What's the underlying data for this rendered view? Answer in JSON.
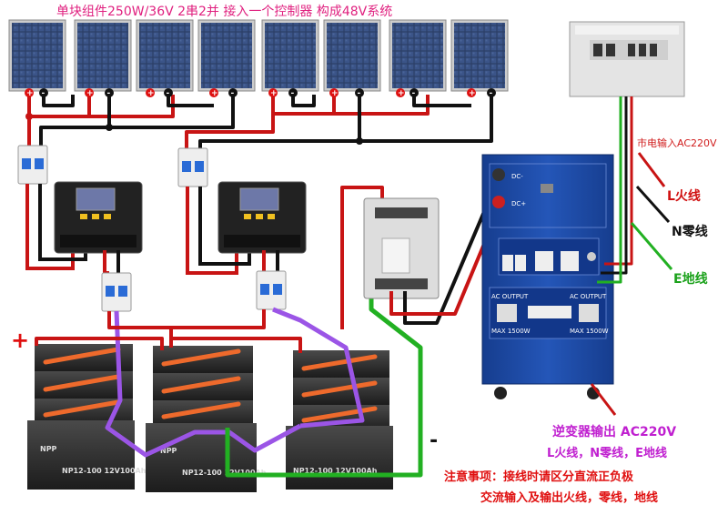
{
  "title": "单块组件250W/36V   2串2并  接入一个控制器 构成48V系统",
  "labels": {
    "mains_input": "市电输入AC220V",
    "live_wire": "L火线",
    "neutral_wire": "N零线",
    "earth_wire": "E地线",
    "inverter_output": "逆变器输出 AC220V",
    "output_wires": "L火线，N零线，E地线",
    "notice_line1": "注意事项：接线时请区分直流正负极",
    "notice_line2": "交流输入及输出火线，零线，地线",
    "battery_plus": "+",
    "battery_minus": "-"
  },
  "inverter": {
    "dc_minus": "DC-",
    "dc_plus": "DC+",
    "ac_output_left": "AC OUTPUT",
    "ac_output_right": "AC OUTPUT",
    "max_left": "MAX 1500W",
    "max_right": "MAX 1500W"
  },
  "battery_brand": "NPP",
  "battery_model": "NP12-100 12V100Ah",
  "colors": {
    "positive_wire": "#c81414",
    "negative_wire": "#111111",
    "earth_wire": "#22b022",
    "battery_link": "#9b55e6",
    "cell_strap": "#ee6a2c",
    "inverter_body": "#1c4aa6",
    "panel_cell": "#2c3f66"
  }
}
